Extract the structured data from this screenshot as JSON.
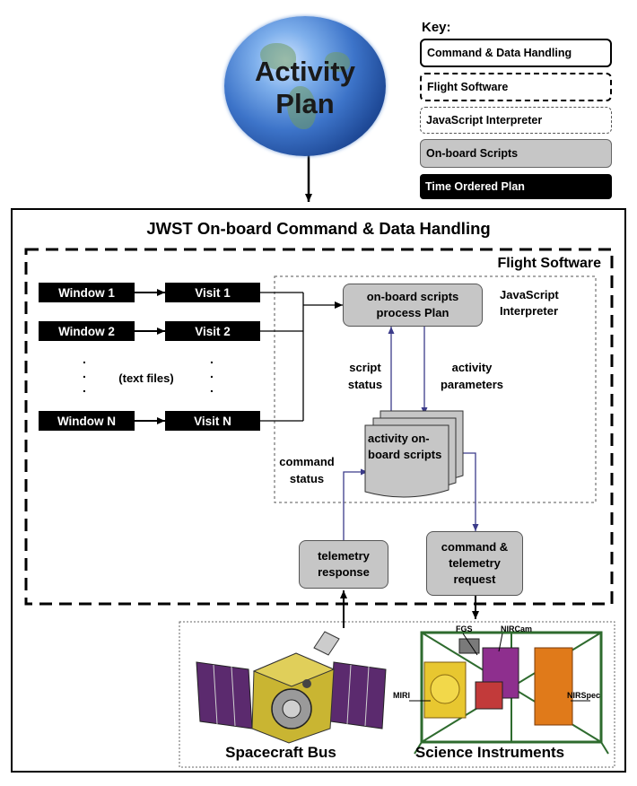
{
  "globe": {
    "title": "Activity Plan"
  },
  "key": {
    "title": "Key:",
    "items": [
      {
        "label": "Command & Data Handling",
        "style": "solid"
      },
      {
        "label": "Flight Software",
        "style": "dashed"
      },
      {
        "label": "JavaScript Interpreter",
        "style": "dotted"
      },
      {
        "label": "On-board Scripts",
        "style": "gray"
      },
      {
        "label": "Time Ordered Plan",
        "style": "black"
      }
    ]
  },
  "main": {
    "title": "JWST On-board Command & Data Handling",
    "flight_software_label": "Flight Software",
    "js_interpreter_label": "JavaScript Interpreter",
    "windows": [
      "Window 1",
      "Window 2",
      "Window N"
    ],
    "visits": [
      "Visit 1",
      "Visit 2",
      "Visit N"
    ],
    "text_files_label": "(text files)",
    "onboard_process": "on-board scripts process Plan",
    "script_status": "script status",
    "activity_parameters": "activity parameters",
    "activity_scripts": "activity on-board scripts",
    "command_status": "command status",
    "telemetry_response": "telemetry response",
    "command_telemetry_request": "command & telemetry request",
    "instrument_labels": {
      "fgs": "FGS",
      "nircam": "NIRCam",
      "miri": "MIRI",
      "nirspec": "NIRSpec"
    },
    "spacecraft_bus": "Spacecraft Bus",
    "science_instruments": "Science Instruments"
  },
  "colors": {
    "gray_box": "#c6c6c6",
    "black_box": "#000000",
    "solar_panel": "#5b2a6e",
    "instrument_orange": "#e07a1a"
  }
}
